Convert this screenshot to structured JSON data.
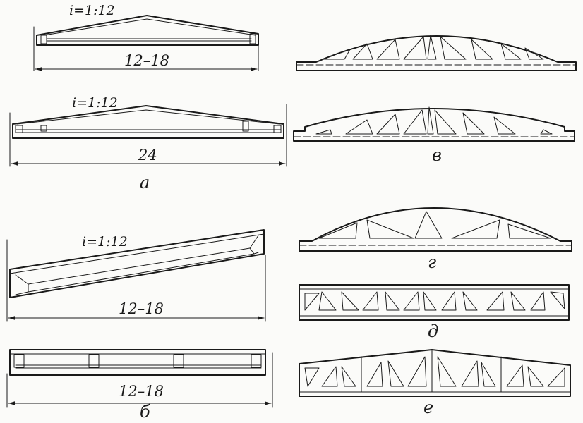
{
  "labels": {
    "slope_1": "i=1:12",
    "slope_2": "i=1:12",
    "slope_3": "i=1:12",
    "span_1": "12–18",
    "span_2": "24",
    "span_3": "12–18",
    "span_4": "12–18",
    "caption_a": "а",
    "caption_b": "б",
    "caption_v": "в",
    "caption_g": "г",
    "caption_d": "д",
    "caption_e": "е"
  },
  "colors": {
    "ink": "#1a1a1a",
    "paper": "#fbfbf9"
  }
}
